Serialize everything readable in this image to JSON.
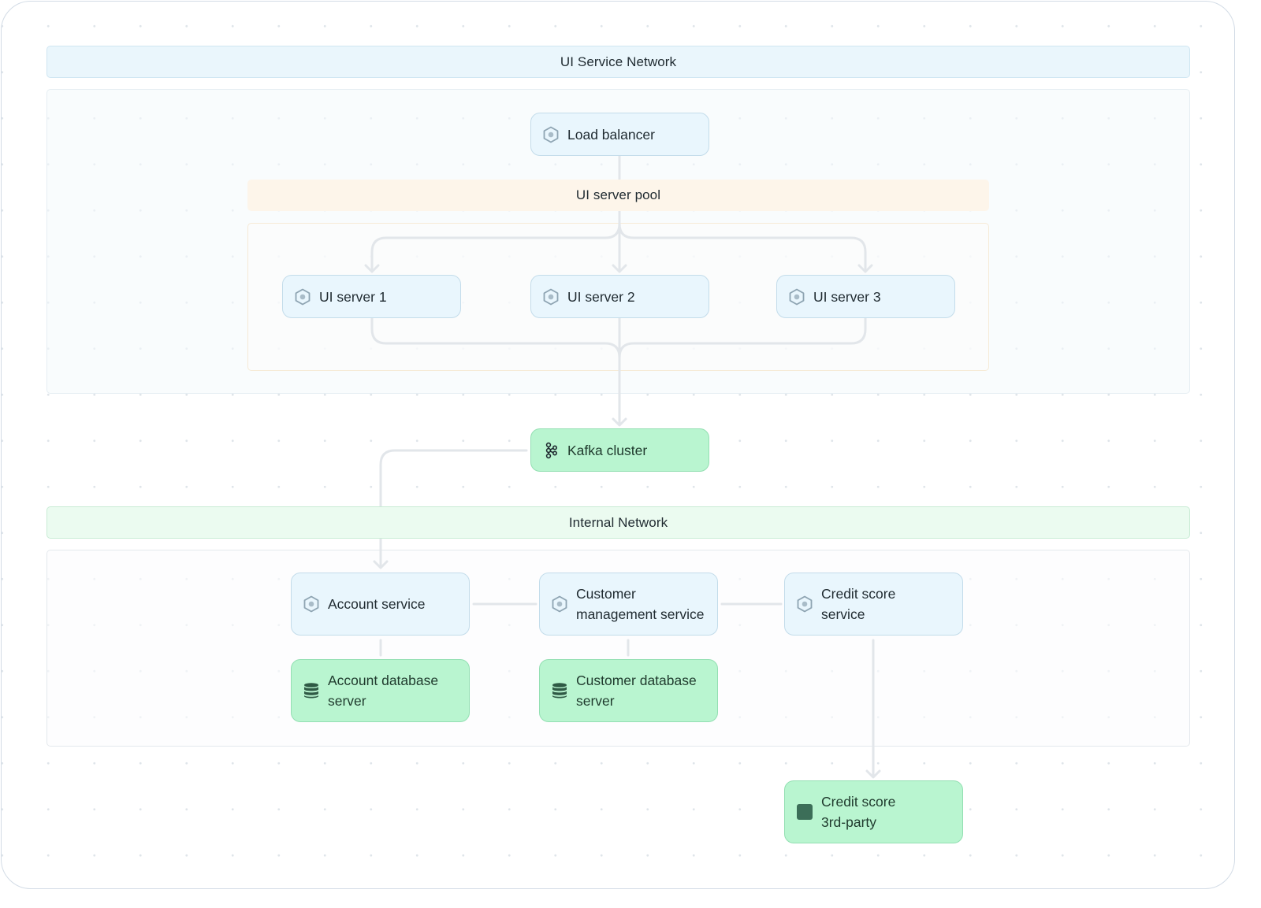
{
  "colors": {
    "service_fill": "#e9f6fd",
    "datastore_fill": "#b9f5d0",
    "ui_network_fill": "#eaf6fc",
    "internal_network_fill": "#ebfbf0",
    "pool_fill": "#fdf5ea",
    "connector": "#e2e6ea"
  },
  "groups": {
    "ui_network": {
      "title": "UI Service Network"
    },
    "ui_pool": {
      "title": "UI server pool"
    },
    "internal_network": {
      "title": "Internal Network"
    }
  },
  "nodes": {
    "load_balancer": {
      "label": "Load balancer",
      "icon": "hexagon-icon"
    },
    "ui_server_1": {
      "label": "UI server 1",
      "icon": "hexagon-icon"
    },
    "ui_server_2": {
      "label": "UI server 2",
      "icon": "hexagon-icon"
    },
    "ui_server_3": {
      "label": "UI server 3",
      "icon": "hexagon-icon"
    },
    "kafka_cluster": {
      "label": "Kafka cluster",
      "icon": "kafka-icon"
    },
    "account_service": {
      "label": "Account service",
      "icon": "hexagon-icon"
    },
    "customer_management_service": {
      "label": "Customer management service",
      "icon": "hexagon-icon"
    },
    "credit_score_service": {
      "label": "Credit score service",
      "icon": "hexagon-icon"
    },
    "account_database_server": {
      "label": "Account database server",
      "icon": "database-icon"
    },
    "customer_database_server": {
      "label": "Customer database server",
      "icon": "database-icon"
    },
    "credit_score_3rd_party": {
      "label": "Credit score 3rd-party",
      "icon": "square-icon"
    }
  },
  "edges": [
    {
      "from": "Load balancer",
      "to": "UI server 1"
    },
    {
      "from": "Load balancer",
      "to": "UI server 2"
    },
    {
      "from": "Load balancer",
      "to": "UI server 3"
    },
    {
      "from": "UI server 1",
      "to": "Kafka cluster"
    },
    {
      "from": "UI server 2",
      "to": "Kafka cluster"
    },
    {
      "from": "UI server 3",
      "to": "Kafka cluster"
    },
    {
      "from": "Kafka cluster",
      "to": "Account service"
    },
    {
      "from": "Account service",
      "to": "Customer management service"
    },
    {
      "from": "Customer management service",
      "to": "Credit score service"
    },
    {
      "from": "Account service",
      "to": "Account database server"
    },
    {
      "from": "Customer management service",
      "to": "Customer database server"
    },
    {
      "from": "Credit score service",
      "to": "Credit score 3rd-party"
    }
  ]
}
